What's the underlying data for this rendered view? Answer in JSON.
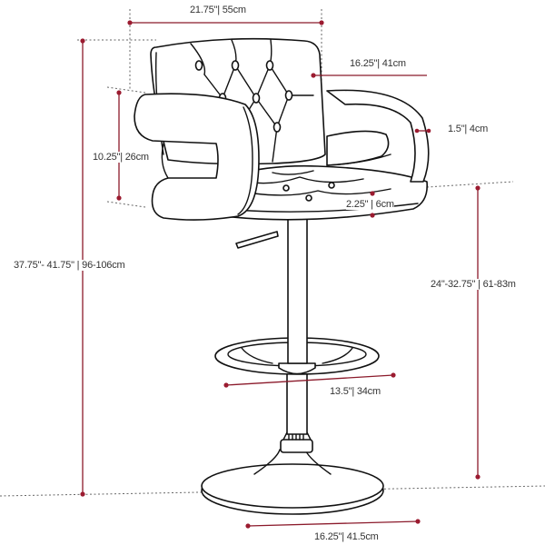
{
  "diagram": {
    "subject": "Bar stool with tufted backrest and armrests",
    "colors": {
      "dimension_line": "#8b1a2b",
      "outline": "#111111",
      "label_text": "#333333",
      "background": "#ffffff"
    },
    "dimensions": {
      "overall_width": "21.75\"| 55cm",
      "seat_width": "16.25\"| 41cm",
      "armrest_thickness": "1.5\"| 4cm",
      "arm_height": "10.25\"| 26cm",
      "seat_thickness": "2.25\" | 6cm",
      "overall_height": "37.75\"- 41.75\" | 96-106cm",
      "seat_height": "24\"-32.75\" | 61-83m",
      "footrest_diameter": "13.5\"| 34cm",
      "base_diameter": "16.25\"| 41.5cm"
    }
  }
}
